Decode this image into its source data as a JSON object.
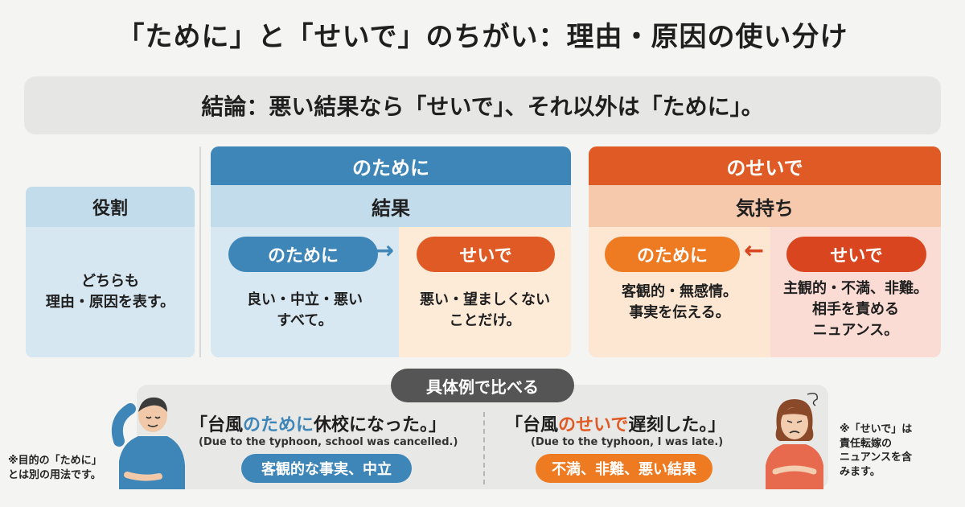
{
  "title": "「ために」と「せいで」のちがい：理由・原因の使い分け",
  "conclusion": "結論：悪い結果なら「せいで」、それ以外は「ために」。",
  "role": {
    "heading": "役割",
    "body": "どちらも\n理由・原因を表す。"
  },
  "left_column": {
    "heading": "のために",
    "subheading": "結果",
    "pill_a": "のために",
    "pill_b": "せいで",
    "desc_a": "良い・中立・悪い\nすべて。",
    "desc_b": "悪い・望ましくない\nことだけ。"
  },
  "right_column": {
    "heading": "のせいで",
    "subheading": "気持ち",
    "pill_a": "のために",
    "pill_b": "せいで",
    "desc_a": "客観的・無感情。\n事実を伝える。",
    "desc_b": "主観的・不満、非難。\n相手を責める\nニュアンス。"
  },
  "examples": {
    "badge": "具体例で比べる",
    "left": {
      "pre": "「台風",
      "highlight": "のために",
      "post": "休校になった。」",
      "english": "(Due to the typhoon, school was cancelled.)",
      "tag": "客観的な事実、中立"
    },
    "right": {
      "pre": "「台風",
      "highlight": "のせいで",
      "post": "遅刻した。」",
      "english": "(Due to the typhoon, I was late.)",
      "tag": "不満、非難、悪い結果"
    }
  },
  "notes": {
    "left": "※目的の「ために」\nとは別の用法です。",
    "right": "※「せいで」は\n責任転嫁の\nニュアンスを含\nみます。"
  },
  "colors": {
    "blue": "#3f86b8",
    "orange": "#e05a26",
    "pill_orange": "#ee7a22",
    "pill_red": "#d8451f"
  }
}
